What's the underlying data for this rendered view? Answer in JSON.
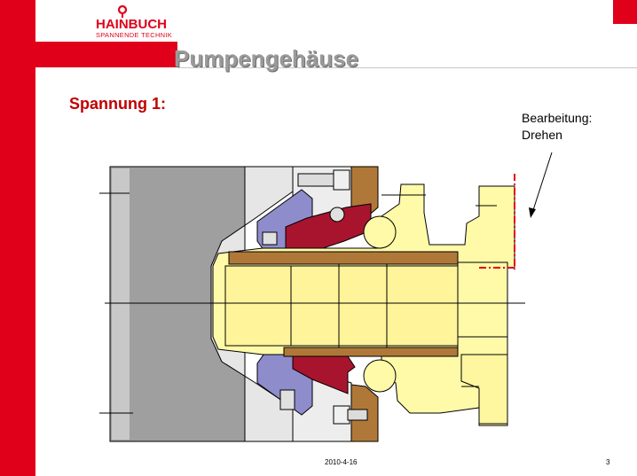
{
  "header": {
    "logo_word": "HAINBUCH",
    "logo_sub": "SPANNENDE TECHNIK",
    "title": "Pumpengehäuse"
  },
  "content": {
    "subtitle": "Spannung 1:",
    "annotation_line1": "Bearbeitung:",
    "annotation_line2": "Drehen"
  },
  "footer": {
    "date": "2010-4-16",
    "page": "3"
  },
  "colors": {
    "brand_red": "#e0001a",
    "heading_red": "#c00000",
    "part_yellow": "#fffaa8",
    "housing_brown": "#b07838",
    "clamp_gray": "#9f9f9f",
    "segment_blue": "#8f8ccc",
    "segment_red": "#a8142e"
  }
}
